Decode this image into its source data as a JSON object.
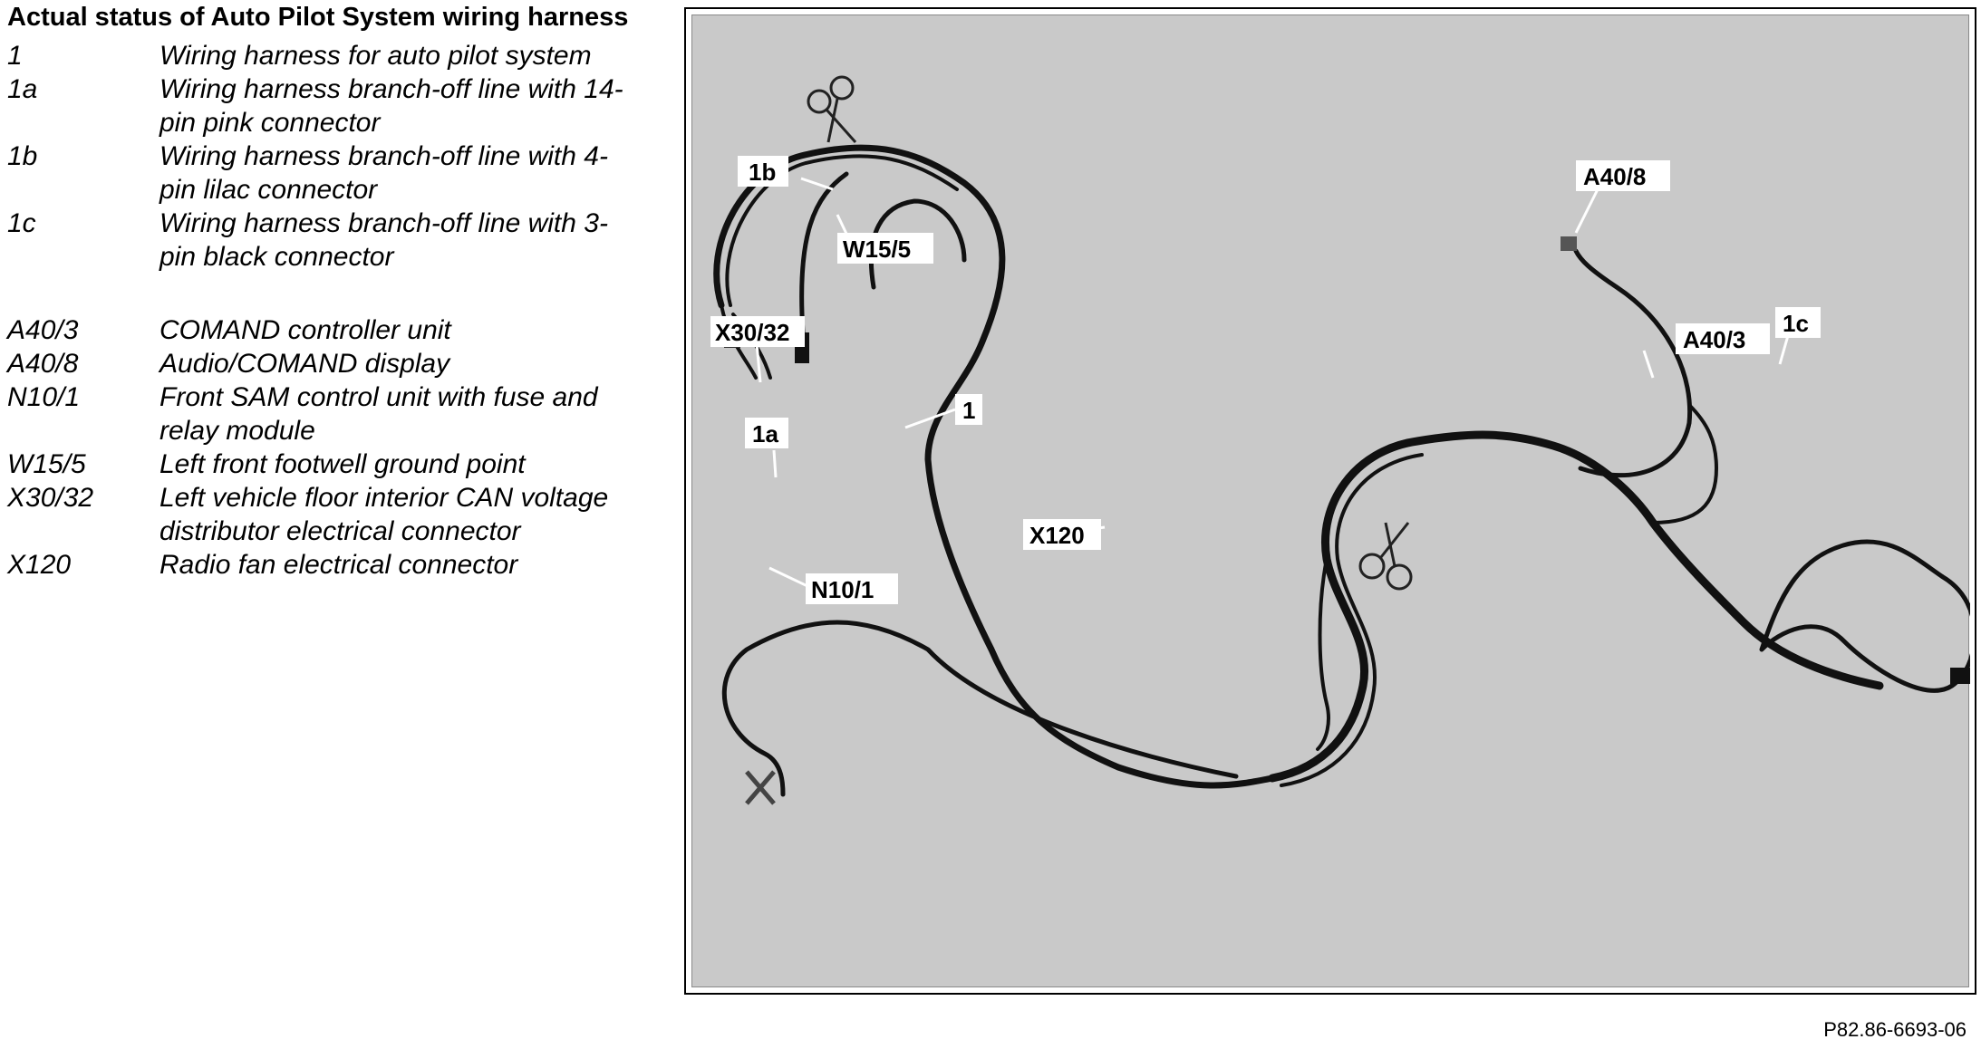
{
  "legend": {
    "title": "Actual status of Auto Pilot System wiring harness",
    "group1": [
      {
        "code": "1",
        "desc": "Wiring harness for auto pilot system"
      },
      {
        "code": "1a",
        "desc": "Wiring harness branch-off line with 14-pin pink connector"
      },
      {
        "code": "1b",
        "desc": "Wiring harness branch-off line with 4-pin lilac connector"
      },
      {
        "code": "1c",
        "desc": "Wiring harness branch-off line with 3-pin black connector"
      }
    ],
    "group2": [
      {
        "code": "A40/3",
        "desc": "COMAND controller unit"
      },
      {
        "code": "A40/8",
        "desc": "Audio/COMAND display"
      },
      {
        "code": "N10/1",
        "desc": "Front SAM control unit with fuse and relay module"
      },
      {
        "code": "W15/5",
        "desc": "Left front footwell ground point"
      },
      {
        "code": "X30/32",
        "desc": "Left vehicle floor interior CAN voltage distributor electrical connector"
      },
      {
        "code": "X120",
        "desc": "Radio fan electrical connector"
      }
    ]
  },
  "callouts": {
    "c1b": "1b",
    "cW155": "W15/5",
    "cX3032": "X30/32",
    "c1": "1",
    "c1a": "1a",
    "cN101": "N10/1",
    "cX120": "X120",
    "cA408": "A40/8",
    "cA403": "A40/3",
    "c1c": "1c"
  },
  "reference": "P82.86-6693-06",
  "colors": {
    "photo_bg": "#c9c9c9",
    "wire": "#111111",
    "label_bg": "#ffffff"
  }
}
